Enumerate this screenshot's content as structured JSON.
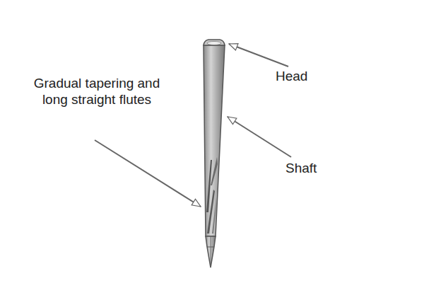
{
  "diagram": {
    "labels": [
      "Head",
      "Shaft",
      "Gradual tapering and long straight flutes"
    ]
  }
}
